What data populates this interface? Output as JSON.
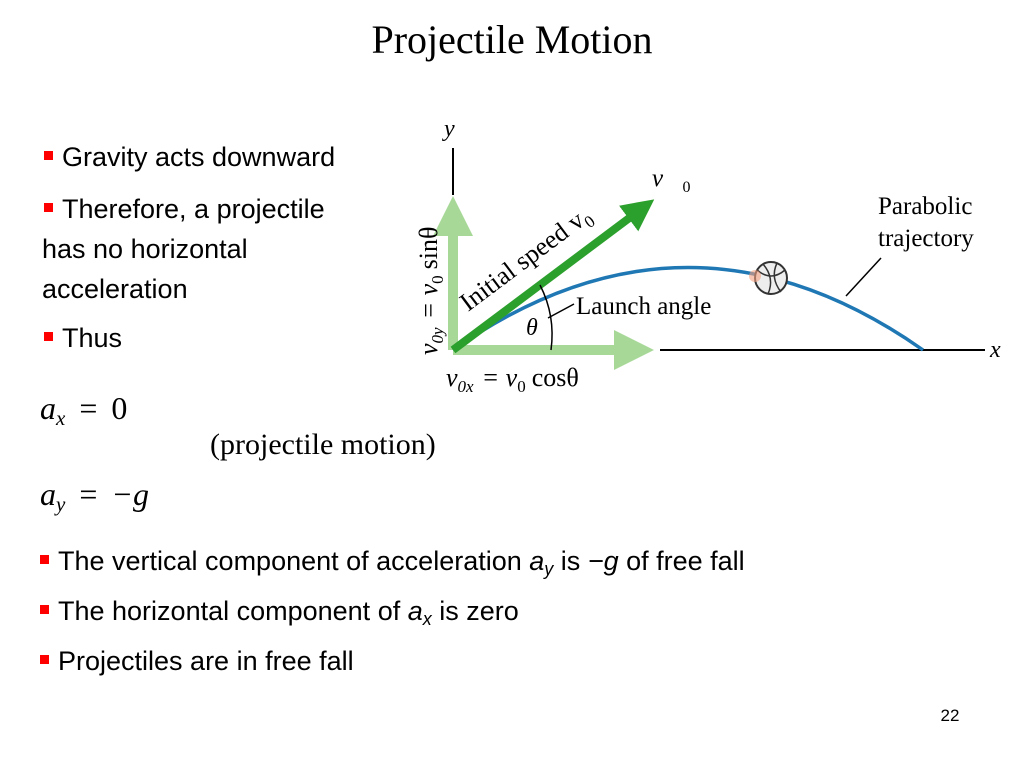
{
  "slide": {
    "title": "Projectile Motion",
    "page_number": "22",
    "bullet_color": "#ff0000"
  },
  "top_bullets": [
    {
      "lines": [
        "Gravity acts downward"
      ]
    },
    {
      "lines": [
        "Therefore, a projectile",
        "has no horizontal",
        "acceleration"
      ]
    },
    {
      "lines": [
        "Thus"
      ]
    }
  ],
  "equations": {
    "ax": {
      "symbol": "a",
      "subscript": "x",
      "operator": "=",
      "value": "0"
    },
    "ay": {
      "symbol": "a",
      "subscript": "y",
      "operator": "=",
      "value": "−g"
    },
    "brace_label": "(projectile motion)"
  },
  "diagram": {
    "axis_y_label": "y",
    "axis_x_label": "x",
    "vector_label": "v⃗",
    "vector_subscript": "0",
    "initial_speed_label": "Initial speed v",
    "initial_speed_subscript": "0",
    "angle_symbol": "θ",
    "launch_angle_label": "Launch angle",
    "trajectory_label_line1": "Parabolic",
    "trajectory_label_line2": "trajectory",
    "v0y_label": "v",
    "v0y_subscript": "0y",
    "v0y_rhs": "= v",
    "v0y_rhs_subscript": "0",
    "v0y_trig": "sinθ",
    "v0x_label": "v",
    "v0x_subscript": "0x",
    "v0x_rhs": "= v",
    "v0x_rhs_subscript": "0",
    "v0x_trig": "cosθ",
    "colors": {
      "velocity_arrow": "#2ca02c",
      "component_arrows": "#a8d898",
      "trajectory": "#1f78b4",
      "axes": "#000000"
    }
  },
  "bottom_bullets": [
    {
      "pre": "The vertical component of acceleration ",
      "var": "a",
      "sub": "y",
      "mid": " is ",
      "var2": "−g",
      "post": " of free fall"
    },
    {
      "pre": "The horizontal component of ",
      "var": "a",
      "sub": "x",
      "post": " is zero"
    },
    {
      "text": "Projectiles are in free fall"
    }
  ]
}
